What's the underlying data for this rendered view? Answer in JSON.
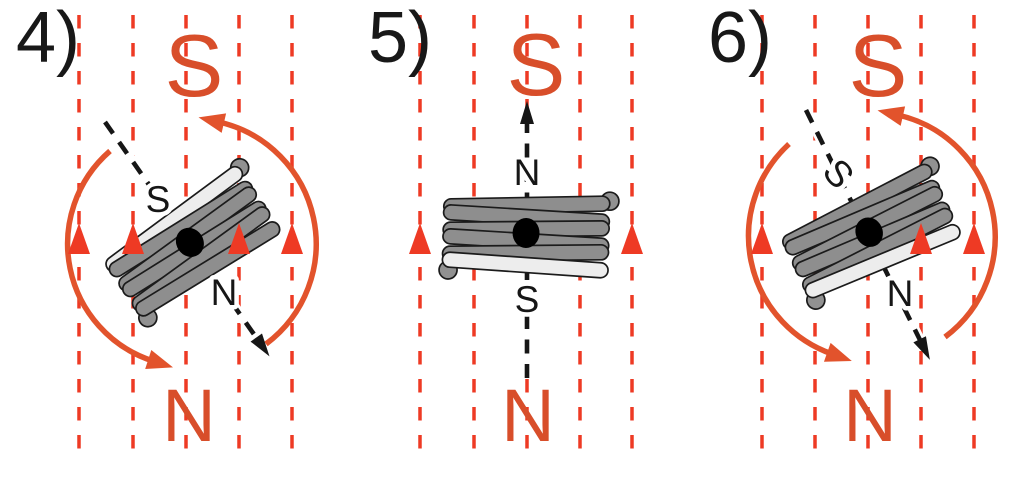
{
  "figure": {
    "description": "Three diagrams of a current-carrying coil suspended in a uniform magnetic field between magnet poles",
    "field_direction": "upward",
    "field_lines_per_panel": 5
  },
  "colors": {
    "field_lines": "#ee3a24",
    "pole_labels": "#d84e2a",
    "rotation_arrows": "#e2532c",
    "coil_body": "#8e8e8e",
    "coil_highlight_loop": "#ededed"
  },
  "panels": [
    {
      "number_label": "4)",
      "field": {
        "top_pole": "S",
        "bottom_pole": "N"
      },
      "coil_needle": {
        "north_label": "N",
        "south_label": "S",
        "points": "down-right"
      },
      "rotation": "counterclockwise"
    },
    {
      "number_label": "5)",
      "field": {
        "top_pole": "S",
        "bottom_pole": "N"
      },
      "coil_needle": {
        "north_label": "N",
        "south_label": "S",
        "points": "up"
      },
      "rotation": "none"
    },
    {
      "number_label": "6)",
      "field": {
        "top_pole": "S",
        "bottom_pole": "N"
      },
      "coil_needle": {
        "north_label": "N",
        "south_label": "S",
        "points": "down-right"
      },
      "rotation": "counterclockwise"
    }
  ]
}
